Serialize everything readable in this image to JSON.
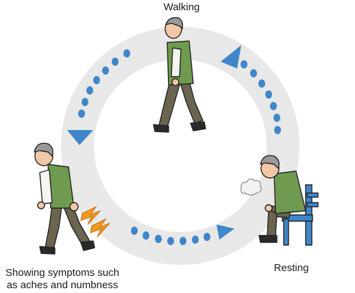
{
  "diagram": {
    "stages": [
      {
        "id": "walking",
        "label": "Walking",
        "icon": "walking-person-icon"
      },
      {
        "id": "resting",
        "label": "Resting",
        "icon": "seated-person-resting-icon"
      },
      {
        "id": "symptoms",
        "label_lines": [
          "Showing symptoms such",
          "as aches and numbness"
        ],
        "icon": "person-with-leg-pain-icon"
      }
    ],
    "cycle": {
      "ring_color": "#e8e8e8",
      "arrow_color": "#3f86cb"
    }
  }
}
